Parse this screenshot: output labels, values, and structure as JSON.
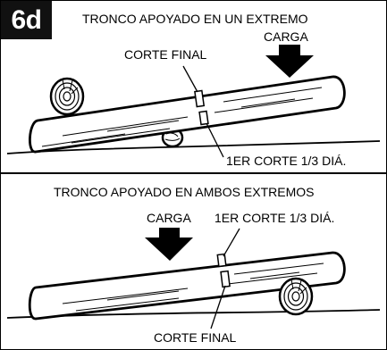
{
  "badge": "6d",
  "top": {
    "title": "TRONCO APOYADO EN UN EXTREMO",
    "load": "CARGA",
    "final_cut": "CORTE FINAL",
    "first_cut": "1ER CORTE 1/3 DIÁ."
  },
  "bottom": {
    "title": "TRONCO APOYADO EN AMBOS EXTREMOS",
    "load": "CARGA",
    "first_cut": "1ER CORTE 1/3 DIÁ.",
    "final_cut": "CORTE FINAL"
  }
}
